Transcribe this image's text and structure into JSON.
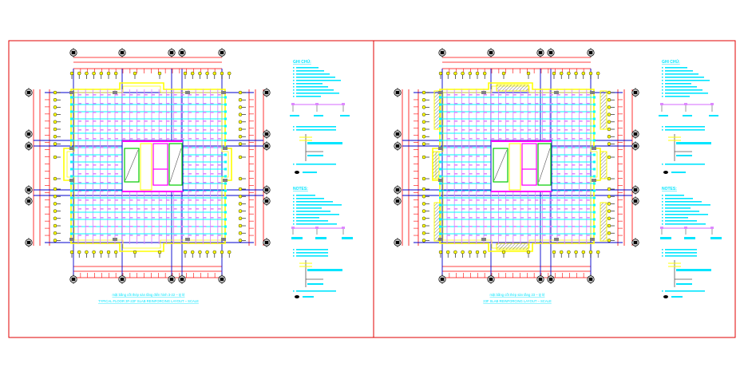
{
  "drawing": {
    "sheets": [
      {
        "name": "sheet-left",
        "title_line1": "mặt bằng cốt thép sàn tầng điển hình 3-22 – tỷ lệ",
        "title_line2": "TYPICAL FLOOR 3F-22F SLAB REINFORCING LAYOUT – SCALE",
        "notes_header_vi": "GHI CHÚ:",
        "notes_header_en": "NOTES:",
        "legend_label": "ký hiệu",
        "legend_label_en": "symbol"
      },
      {
        "name": "sheet-right",
        "title_line1": "mặt bằng cốt thép sàn tầng 23 – tỷ lệ",
        "title_line2": "23F SLAB REINFORCING LAYOUT – SCALE",
        "notes_header_vi": "GHI CHÚ:",
        "notes_header_en": "NOTES:",
        "legend_label": "ký hiệu",
        "legend_label_en": "symbol"
      }
    ],
    "colors": {
      "frame": "#e00000",
      "dimension": "#ff0000",
      "gridline": "#0000cc",
      "bottom_bar": "#00ffff",
      "top_bar": "#dd88ff",
      "wall": "#ffff00",
      "core": "#ff00ff",
      "core_edge": "#00cc00",
      "column": "#808080",
      "bubble": "#000000",
      "text": "#00e5ff"
    }
  }
}
